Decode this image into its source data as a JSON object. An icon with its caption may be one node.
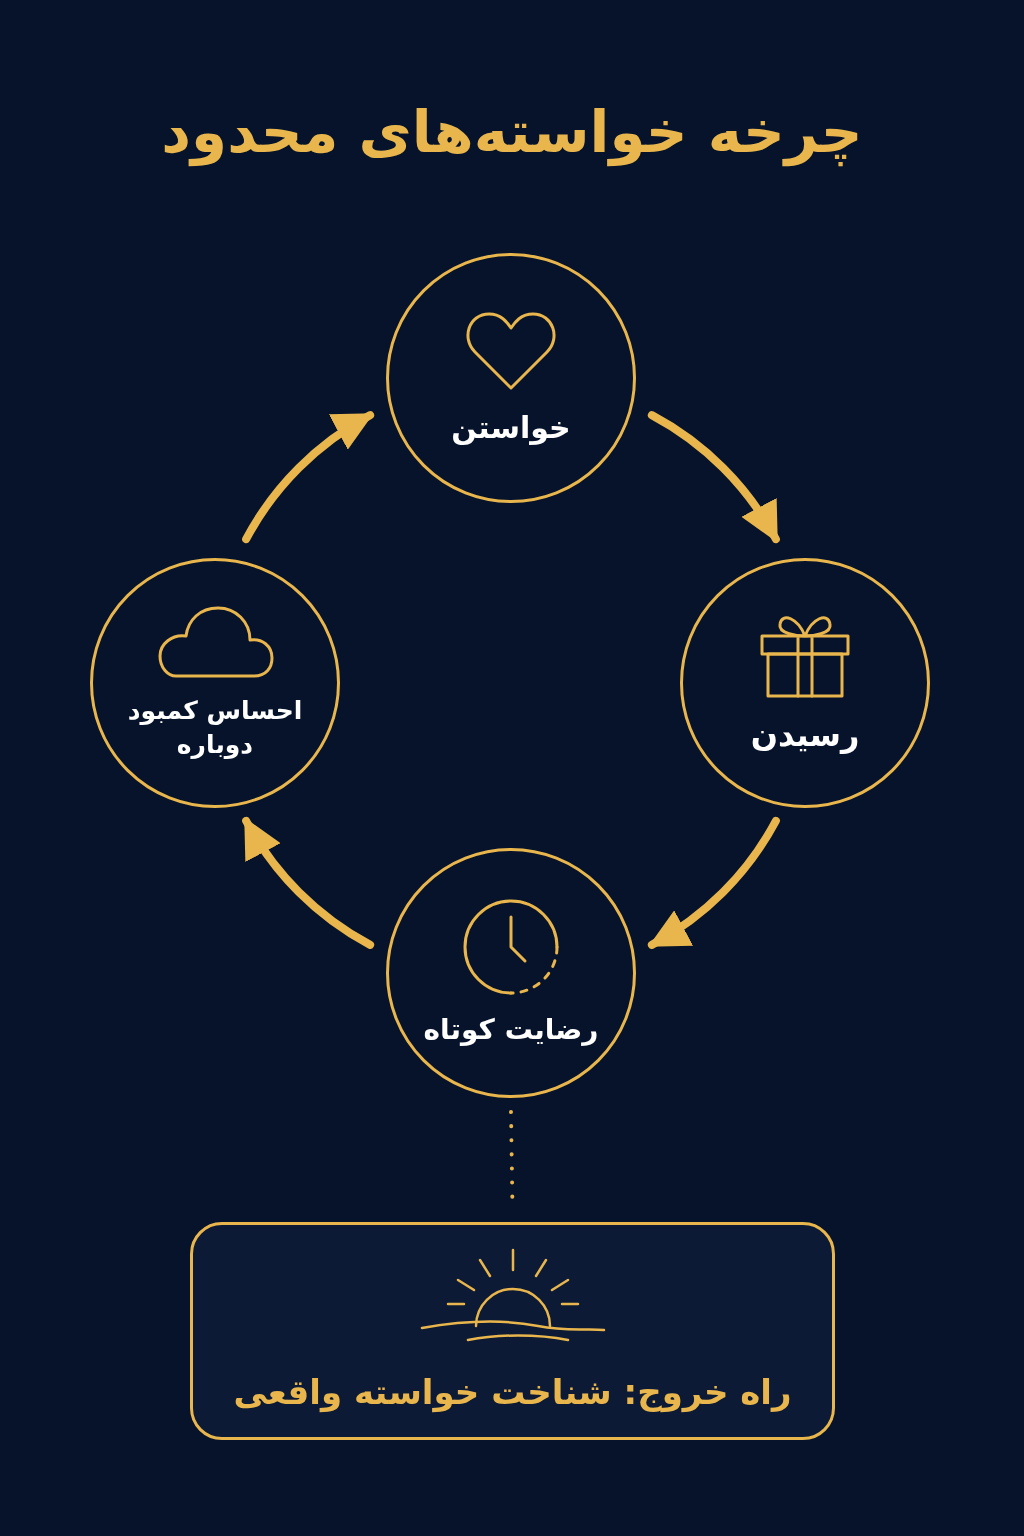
{
  "diagram": {
    "title": "چرخه خواسته‌های محدود",
    "nodes": [
      {
        "text": [
          "خواستن"
        ]
      },
      {
        "text": [
          "رسیدن"
        ]
      },
      {
        "text": [
          "رضایت کوتاه"
        ]
      },
      {
        "text": [
          "احساس کمبود دوباره"
        ]
      },
      {
        "text": [
          "راه خروج: شناخت خواسته واقعی"
        ]
      }
    ],
    "edges": [
      {
        "from": 0,
        "to": 1,
        "arrow": "to"
      },
      {
        "from": 1,
        "to": 2,
        "arrow": "to"
      },
      {
        "from": 2,
        "to": 3,
        "arrow": "to"
      },
      {
        "from": 3,
        "to": 0,
        "arrow": "to"
      },
      {
        "from": 2,
        "to": 4,
        "arrow": "none",
        "style": "dashed"
      }
    ]
  }
}
